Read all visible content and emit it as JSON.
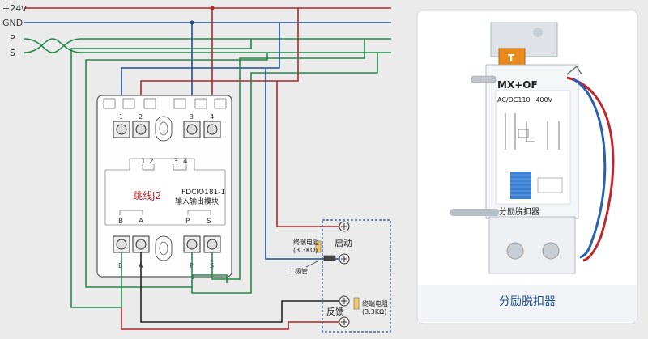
{
  "bus_labels": {
    "v24": "+24v",
    "gnd": "GND",
    "p": "P",
    "s": "S"
  },
  "module": {
    "terminal_numbers_top": [
      "1",
      "2",
      "3",
      "4"
    ],
    "terminal_letters_bottom": [
      "B",
      "A",
      "P",
      "S"
    ],
    "center_numbers": [
      "1",
      "2",
      "3",
      "4"
    ],
    "inner_bottom_left": [
      "B",
      "A"
    ],
    "inner_bottom_right": [
      "P",
      "S"
    ],
    "jumper_label": "跳线J2",
    "model": "FDCIO181-1",
    "model_desc": "输入输出模块"
  },
  "external": {
    "resistor_label_1": "终端电阻",
    "resistor_value_1": "(3.3KΩ)",
    "diode_label": "二极管",
    "start_label": "启动",
    "feedback_label": "反馈",
    "resistor_label_2": "终端电阻",
    "resistor_value_2": "(3.3KΩ)"
  },
  "photo": {
    "device_marking": "MX+OF",
    "voltage_rating": "AC/DC110~400V",
    "t_button": "T",
    "device_label": "分励脱扣器",
    "caption": "分励脱扣器"
  },
  "colors": {
    "red": "#b0262b",
    "blue": "#1d4f8f",
    "green": "#22884a",
    "dark": "#222222",
    "bg": "#ebebeb"
  }
}
